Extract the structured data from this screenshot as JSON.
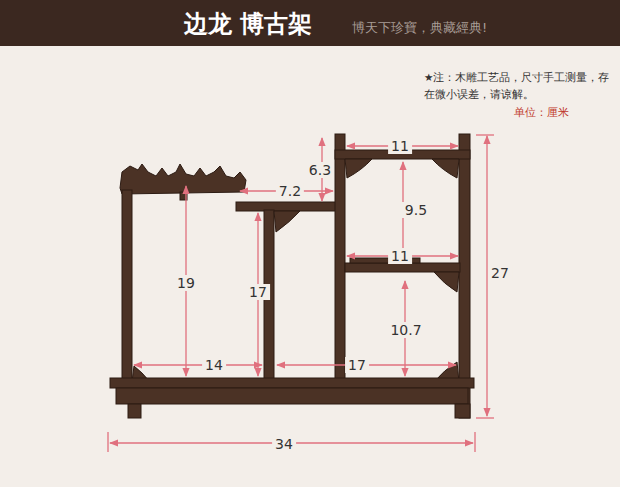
{
  "diagram": {
    "title": "边龙 博古架",
    "labels": [
      "博天下珍寶，典藏經典!",
      "★注：木雕工艺品，尺寸手工测量，存在微小误差，请谅解。",
      "单位：厘米",
      "6.3",
      "11",
      "7.2",
      "9.5",
      "11",
      "19",
      "17",
      "27",
      "10.7",
      "14",
      "17",
      "34"
    ]
  }
}
